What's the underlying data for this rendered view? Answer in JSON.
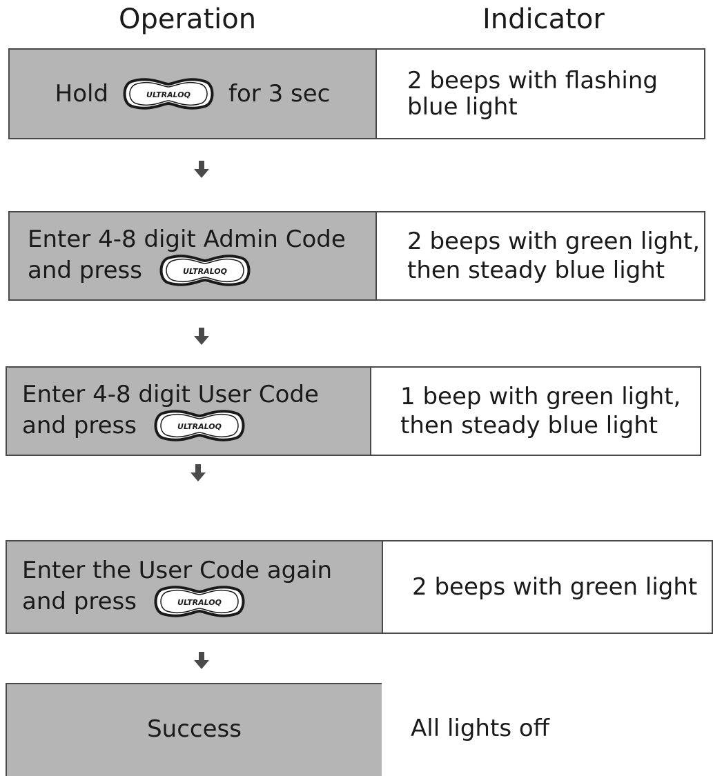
{
  "headers": {
    "operation": "Operation",
    "indicator": "Indicator"
  },
  "button": {
    "name": "ultraloq-button-icon",
    "label": "ULTRALOQ"
  },
  "steps": [
    {
      "op_before": "Hold",
      "op_after": "for 3 sec",
      "indicator_1": "2 beeps with flashing",
      "indicator_2": "blue light"
    },
    {
      "op_line1": "Enter 4-8 digit Admin Code",
      "op_line2": "and press",
      "indicator_1": "2 beeps with green light,",
      "indicator_2": "then steady blue light"
    },
    {
      "op_line1": "Enter 4-8 digit User Code",
      "op_line2": "and press",
      "indicator_1": "1 beep with green light,",
      "indicator_2": "then steady blue light"
    },
    {
      "op_line1": "Enter the User Code again",
      "op_line2": "and press",
      "indicator_1": "2 beeps with green light"
    },
    {
      "op_line1": "Success",
      "indicator_1": "All lights off"
    }
  ],
  "colors": {
    "operation_fill": "#b5b5b5",
    "border": "#4a4a4a",
    "arrow": "#4a4a4a"
  }
}
